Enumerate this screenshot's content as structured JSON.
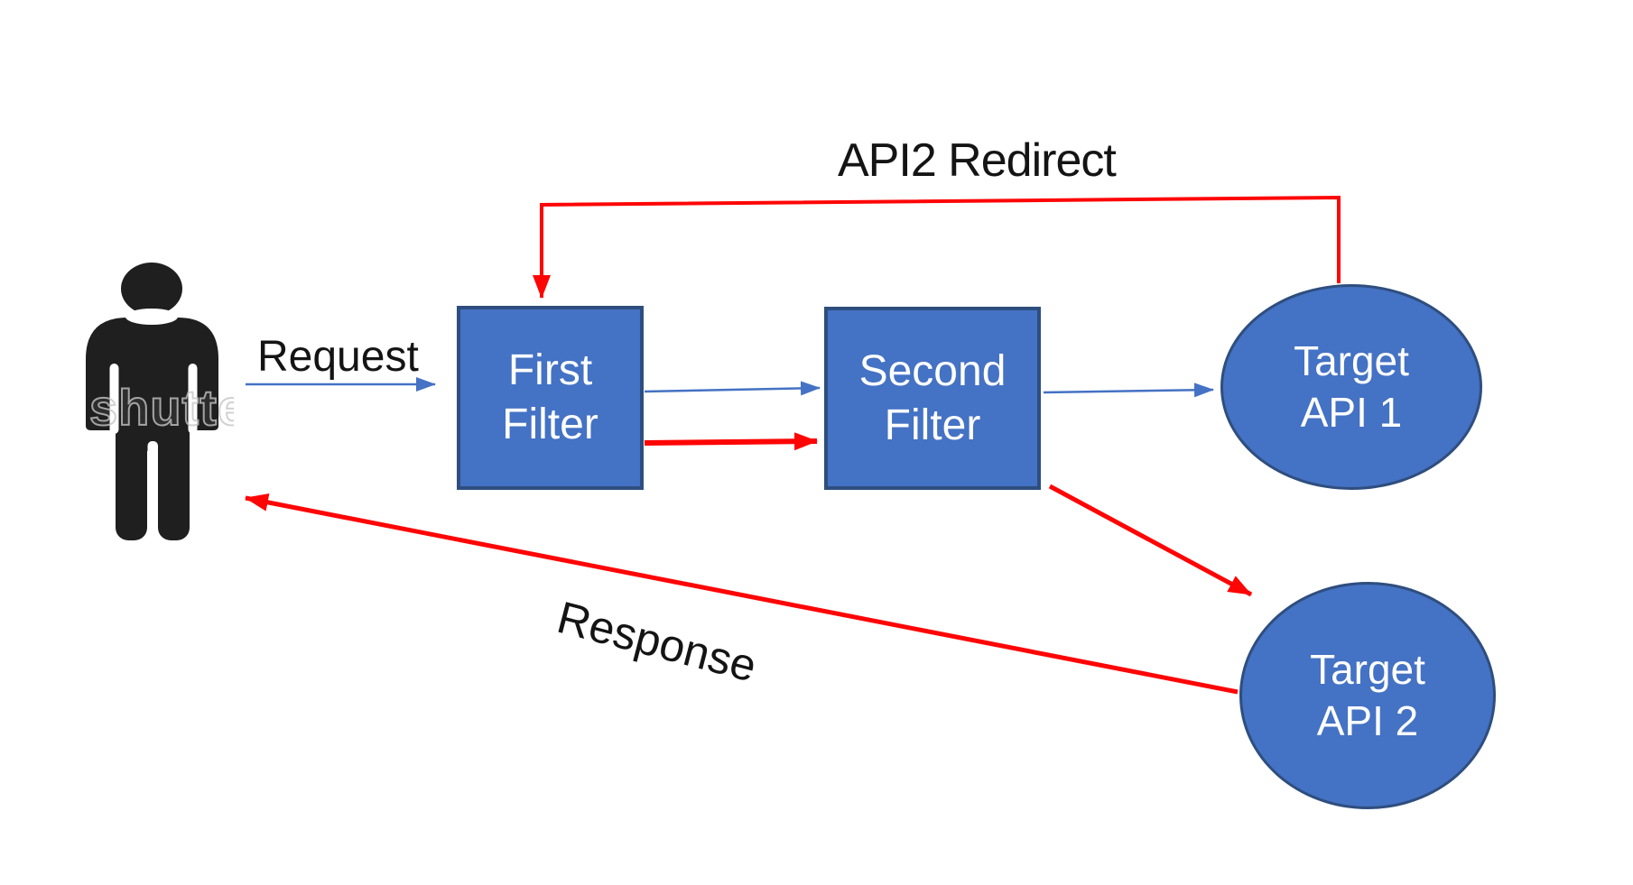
{
  "diagram": {
    "description": "API gateway filter flow diagram",
    "labels": {
      "request": "Request",
      "api2_redirect": "API2 Redirect",
      "response": "Response"
    },
    "nodes": {
      "user": {
        "type": "person-icon"
      },
      "first_filter": {
        "line1": "First",
        "line2": "Filter"
      },
      "second_filter": {
        "line1": "Second",
        "line2": "Filter"
      },
      "target_api_1": {
        "line1": "Target",
        "line2": "API 1"
      },
      "target_api_2": {
        "line1": "Target",
        "line2": "API 2"
      }
    },
    "edges": [
      {
        "from": "user",
        "to": "first_filter",
        "color": "blue",
        "label": "Request"
      },
      {
        "from": "first_filter",
        "to": "second_filter",
        "color": "blue",
        "label": ""
      },
      {
        "from": "second_filter",
        "to": "target_api_1",
        "color": "blue",
        "label": ""
      },
      {
        "from": "first_filter",
        "to": "second_filter",
        "color": "red",
        "label": ""
      },
      {
        "from": "target_api_1",
        "to": "first_filter",
        "color": "red",
        "label": "API2 Redirect"
      },
      {
        "from": "second_filter",
        "to": "target_api_2",
        "color": "red",
        "label": ""
      },
      {
        "from": "target_api_2",
        "to": "user",
        "color": "red",
        "label": "Response"
      }
    ],
    "watermark": "shutte",
    "colors": {
      "node_fill": "#4472C4",
      "node_border": "#2E4E7E",
      "node_text": "#FFFFFF",
      "arrow_blue": "#4472C4",
      "arrow_red": "#FE0505",
      "label_text": "#141414",
      "person": "#1F1F1F",
      "watermark": "#C6C6C6"
    }
  }
}
